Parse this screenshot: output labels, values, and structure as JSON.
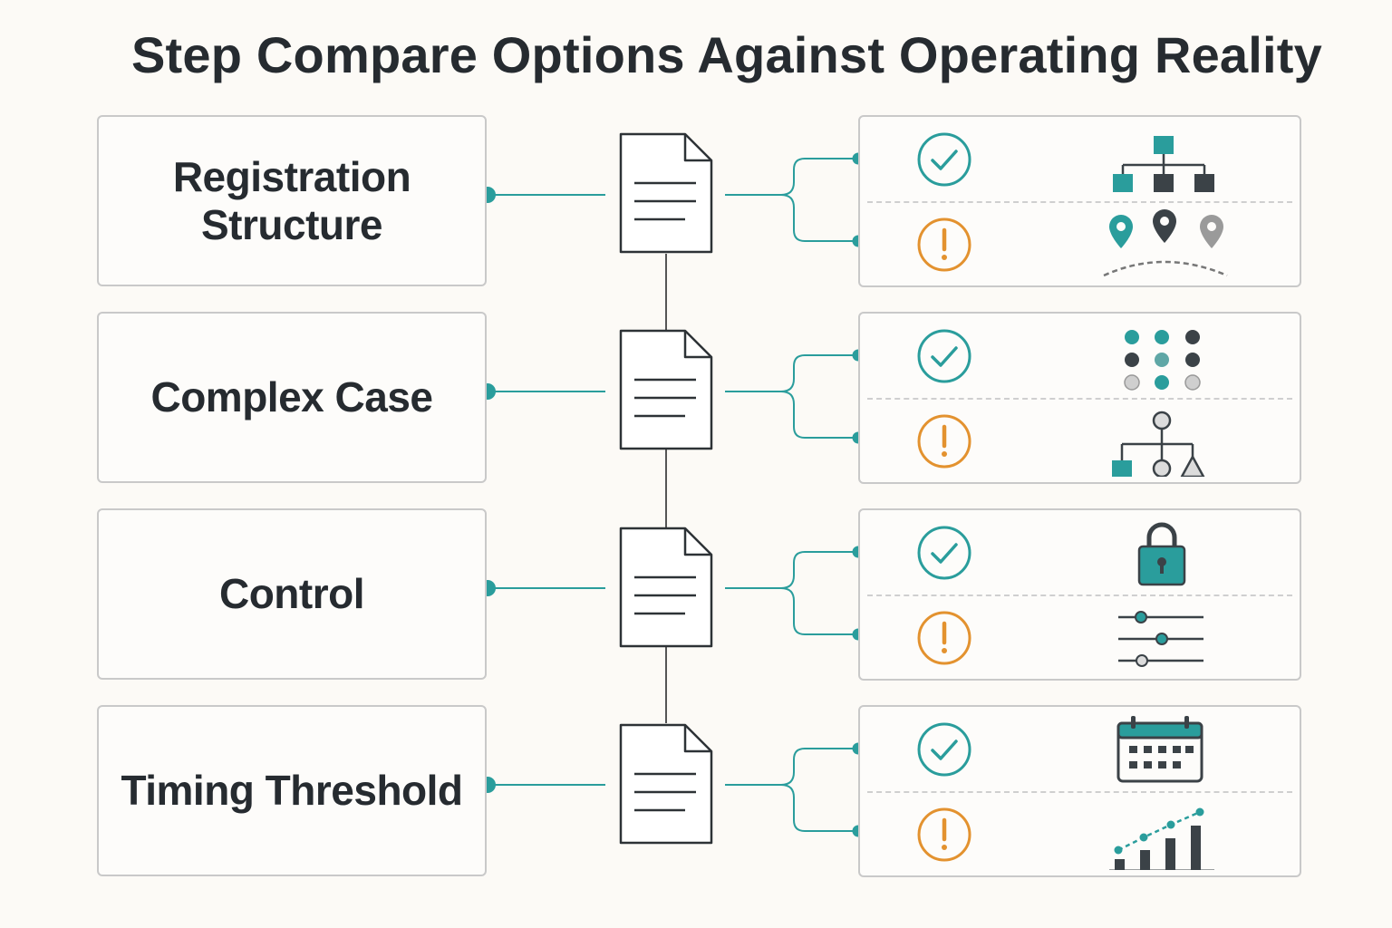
{
  "title": "Step Compare Options Against Operating Reality",
  "colors": {
    "teal": "#2a9d9c",
    "orange": "#e3922f",
    "dark": "#3b4247",
    "gray": "#9a9a9a"
  },
  "rows": [
    {
      "label": "Registration\nStructure",
      "check_icon": "check-circle-icon",
      "alert_icon": "alert-circle-icon",
      "positive_glyph": "org-chart-icon",
      "risk_glyph": "map-pins-icon"
    },
    {
      "label": "Complex Case",
      "check_icon": "check-circle-icon",
      "alert_icon": "alert-circle-icon",
      "positive_glyph": "dot-grid-icon",
      "risk_glyph": "decision-tree-icon"
    },
    {
      "label": "Control",
      "check_icon": "check-circle-icon",
      "alert_icon": "alert-circle-icon",
      "positive_glyph": "padlock-icon",
      "risk_glyph": "sliders-icon"
    },
    {
      "label": "Timing Threshold",
      "check_icon": "check-circle-icon",
      "alert_icon": "alert-circle-icon",
      "positive_glyph": "calendar-icon",
      "risk_glyph": "bar-chart-trend-icon"
    }
  ]
}
